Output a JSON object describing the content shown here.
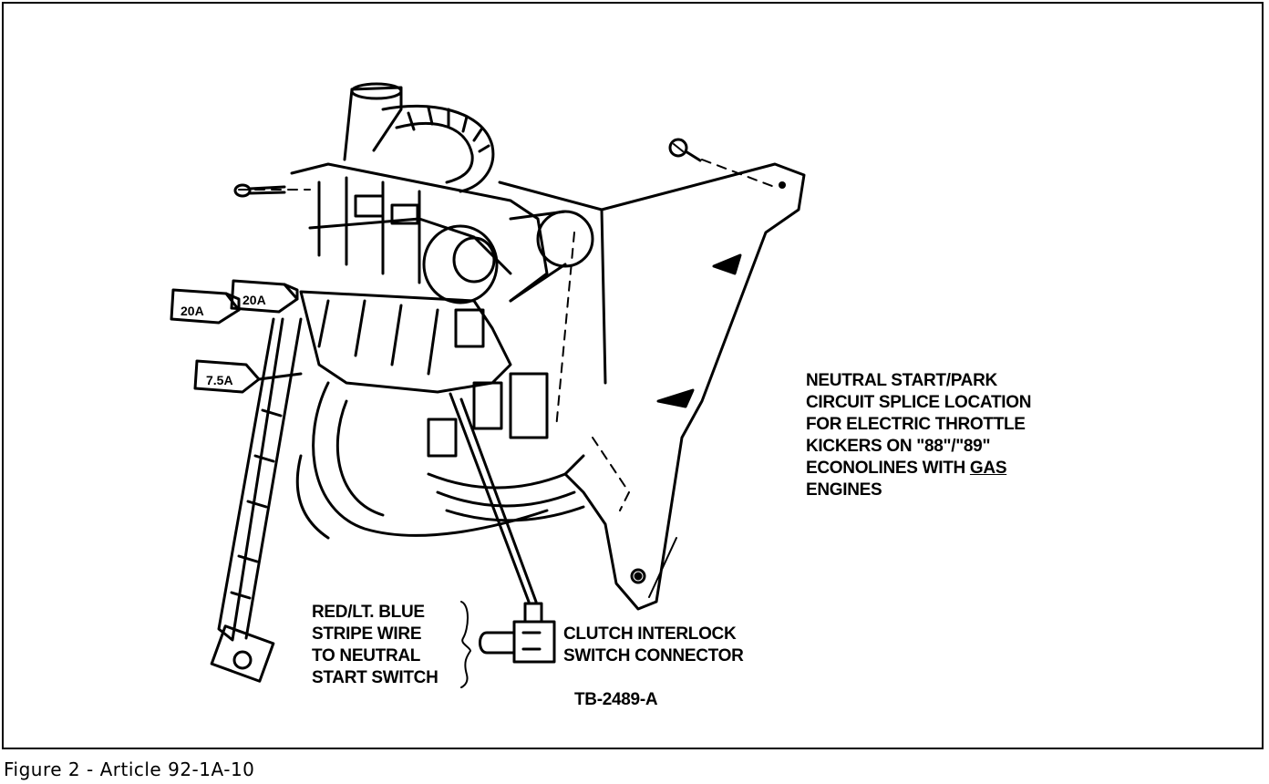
{
  "diagram": {
    "labels": {
      "neutral_start_line1": "NEUTRAL START/PARK",
      "neutral_start_line2": "CIRCUIT SPLICE LOCATION",
      "neutral_start_line3": "FOR ELECTRIC THROTTLE",
      "neutral_start_line4": "KICKERS ON \"88\"/\"89\"",
      "neutral_start_line5_prefix": "ECONOLINES WITH ",
      "neutral_start_line5_underlined": "GAS",
      "neutral_start_line6": "ENGINES",
      "wire_line1": "RED/LT. BLUE",
      "wire_line2": "STRIPE WIRE",
      "wire_line3": "TO NEUTRAL",
      "wire_line4": "START SWITCH",
      "connector_line1": "CLUTCH INTERLOCK",
      "connector_line2": "SWITCH CONNECTOR",
      "drawing_code": "TB-2489-A"
    },
    "fuses": {
      "fuse1": "20A",
      "fuse2": "20A",
      "fuse3": "7.5A"
    }
  },
  "caption": "Figure 2 - Article 92-1A-10"
}
